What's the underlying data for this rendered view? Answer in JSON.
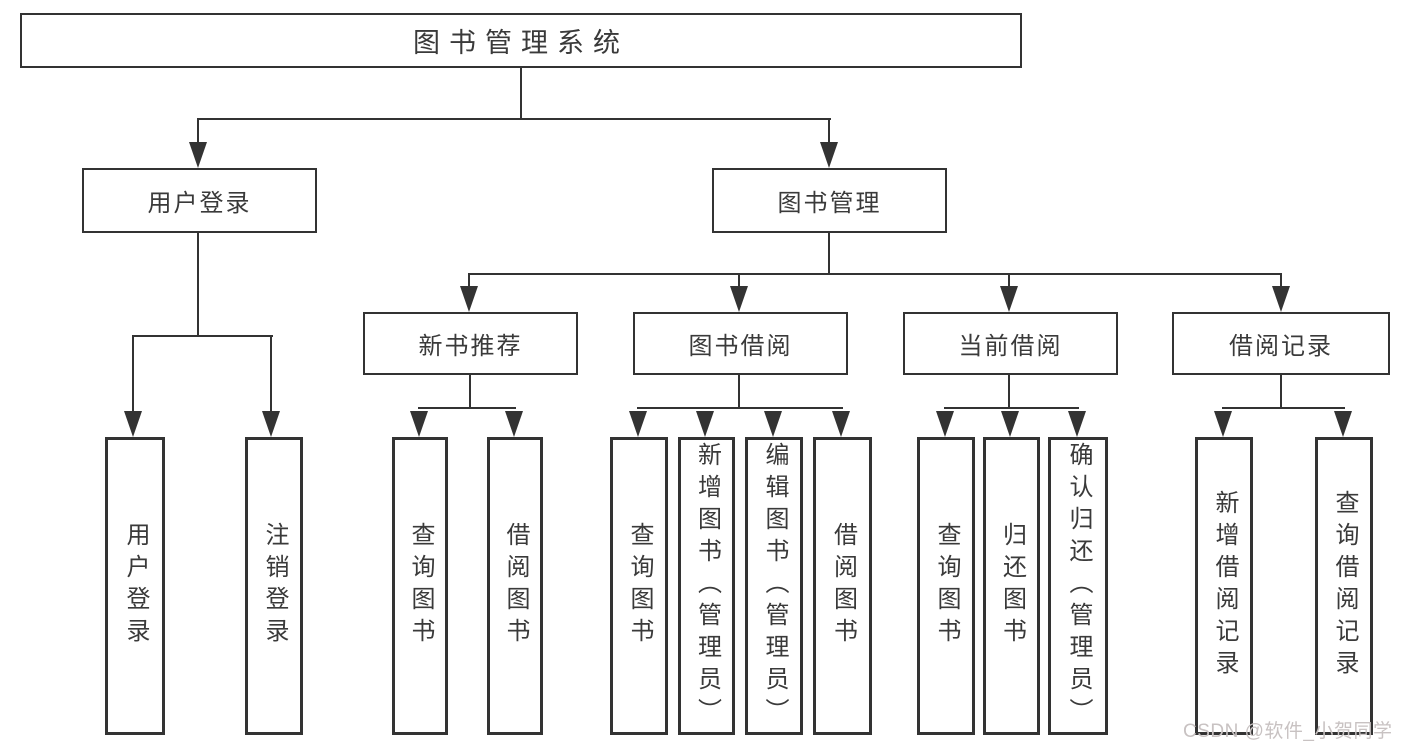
{
  "diagram": {
    "title": "图书管理系统",
    "root": {
      "label": "图书管理系统"
    },
    "level2": [
      {
        "label": "用户登录"
      },
      {
        "label": "图书管理"
      }
    ],
    "level3": [
      {
        "label": "新书推荐"
      },
      {
        "label": "图书借阅"
      },
      {
        "label": "当前借阅"
      },
      {
        "label": "借阅记录"
      }
    ],
    "leaves": [
      {
        "label": "用户登录"
      },
      {
        "label": "注销登录"
      },
      {
        "label": "查询图书"
      },
      {
        "label": "借阅图书"
      },
      {
        "label": "查询图书"
      },
      {
        "label": "新增图书（管理员）"
      },
      {
        "label": "编辑图书（管理员）"
      },
      {
        "label": "借阅图书"
      },
      {
        "label": "查询图书"
      },
      {
        "label": "归还图书"
      },
      {
        "label": "确认归还（管理员）"
      },
      {
        "label": "新增借阅记录"
      },
      {
        "label": "查询借阅记录"
      }
    ]
  },
  "watermark": {
    "text": "CSDN @软件_小贺同学"
  },
  "colors": {
    "line": "#333333",
    "text": "#3a3a3a",
    "background": "#ffffff",
    "watermark": "#c8c2c2"
  }
}
